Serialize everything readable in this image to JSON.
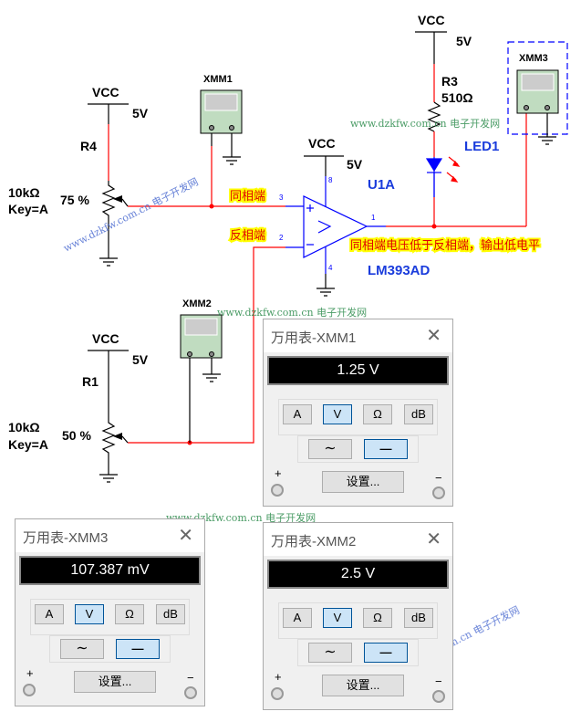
{
  "circuit": {
    "vcc_label": "VCC",
    "vcc_value": "5V",
    "r4": {
      "name": "R4",
      "value": "10kΩ",
      "key": "Key=A",
      "percent": "75 %"
    },
    "r1": {
      "name": "R1",
      "value": "10kΩ",
      "key": "Key=A",
      "percent": "50 %"
    },
    "r3": {
      "name": "R3",
      "value": "510Ω"
    },
    "led": "LED1",
    "opamp_ref": "U1A",
    "opamp_model": "LM393AD",
    "pins": {
      "p3": "3",
      "p2": "2",
      "p1": "1",
      "p8": "8",
      "p4": "4"
    },
    "meters": {
      "xmm1": "XMM1",
      "xmm2": "XMM2",
      "xmm3": "XMM3"
    },
    "annotations": {
      "noninverting": "同相端",
      "inverting": "反相端",
      "result": "同相端电压低于反相端，输出低电平"
    },
    "watermark": "www.dzkfw.com.cn 电子开发网",
    "colors": {
      "live_wire": "#ff0000",
      "component": "#0000ff",
      "highlight": "#ffff00"
    }
  },
  "panels": [
    {
      "title": "万用表-XMM1",
      "reading": "1.25 V"
    },
    {
      "title": "万用表-XMM3",
      "reading": "107.387 mV"
    },
    {
      "title": "万用表-XMM2",
      "reading": "2.5 V"
    }
  ],
  "panel_buttons": {
    "amp": "A",
    "volt": "V",
    "ohm": "Ω",
    "db": "dB",
    "ac": "∼",
    "dc": "—",
    "settings": "设置...",
    "plus": "+",
    "minus": "−",
    "close": "✕",
    "selected_mode": "V",
    "selected_coupling": "DC"
  }
}
